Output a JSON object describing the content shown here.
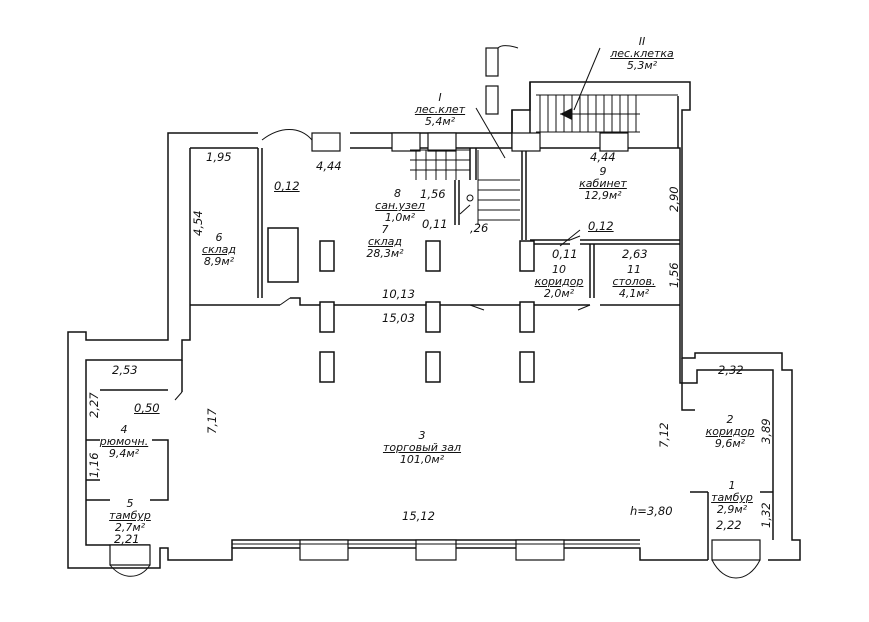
{
  "rooms": [
    {
      "no": "1",
      "name": "тамбур",
      "area": "2,9м²"
    },
    {
      "no": "2",
      "name": "коридор",
      "area": "9,6м²"
    },
    {
      "no": "3",
      "name": "торговый зал",
      "area": "101,0м²"
    },
    {
      "no": "4",
      "name": "рюмочн.",
      "area": "9,4м²"
    },
    {
      "no": "5",
      "name": "тамбур",
      "area": "2,7м²"
    },
    {
      "no": "6",
      "name": "склад",
      "area": "8,9м²"
    },
    {
      "no": "7",
      "name": "склад",
      "area": "28,3м²"
    },
    {
      "no": "8",
      "name": "сан.узел",
      "area": "1,0м²"
    },
    {
      "no": "9",
      "name": "кабинет",
      "area": "12,9м²"
    },
    {
      "no": "10",
      "name": "коридор",
      "area": "2,0м²"
    },
    {
      "no": "11",
      "name": "столов.",
      "area": "4,1м²"
    },
    {
      "no": "I",
      "name": "лес.клет",
      "area": "5,4м²"
    },
    {
      "no": "II",
      "name": "лес.клетка",
      "area": "5,3м²"
    }
  ],
  "dimensions": {
    "d1": "1,95",
    "d2": "4,44",
    "d3": "0,12",
    "d4": "4,54",
    "d5": "1,56",
    "d6": "0,11",
    "d7": "4,44",
    "d8": "2,90",
    "d9": "0,12",
    "d10": "0,11",
    "d11": "2,63",
    "d12": "1,56",
    "d13": "10,13",
    "d14": "15,03",
    "d15": "2,53",
    "d16": "2,27",
    "d17": "0,50",
    "d18": "7,17",
    "d19": "1,16",
    "d20": "2,21",
    "d21": "15,12",
    "d22": "2,32",
    "d23": "3,89",
    "d24": "7,12",
    "d25": "1,32",
    "d26": "2,22",
    "d27": ",26"
  },
  "height_note": "h=3,80"
}
